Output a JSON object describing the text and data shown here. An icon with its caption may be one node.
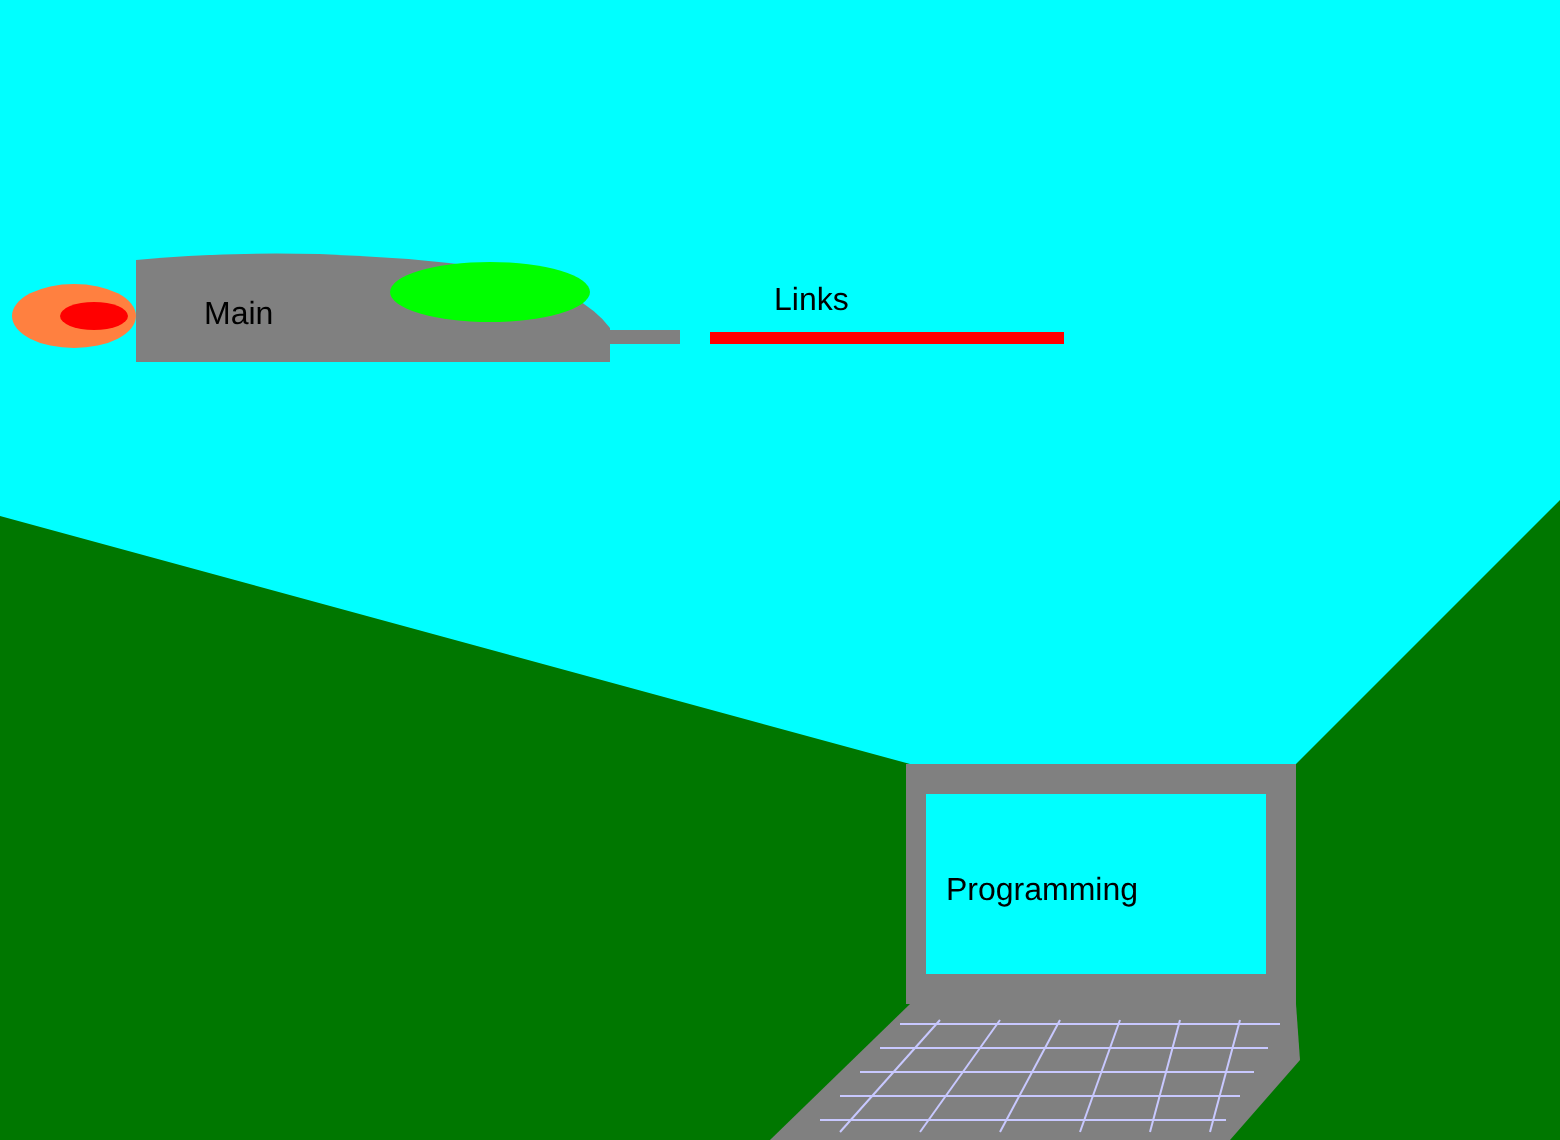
{
  "diagram": {
    "nodes": [
      {
        "text": [
          "Main"
        ]
      },
      {
        "text": [
          "Links"
        ]
      },
      {
        "text": [
          "Programming"
        ]
      }
    ],
    "edges": []
  }
}
